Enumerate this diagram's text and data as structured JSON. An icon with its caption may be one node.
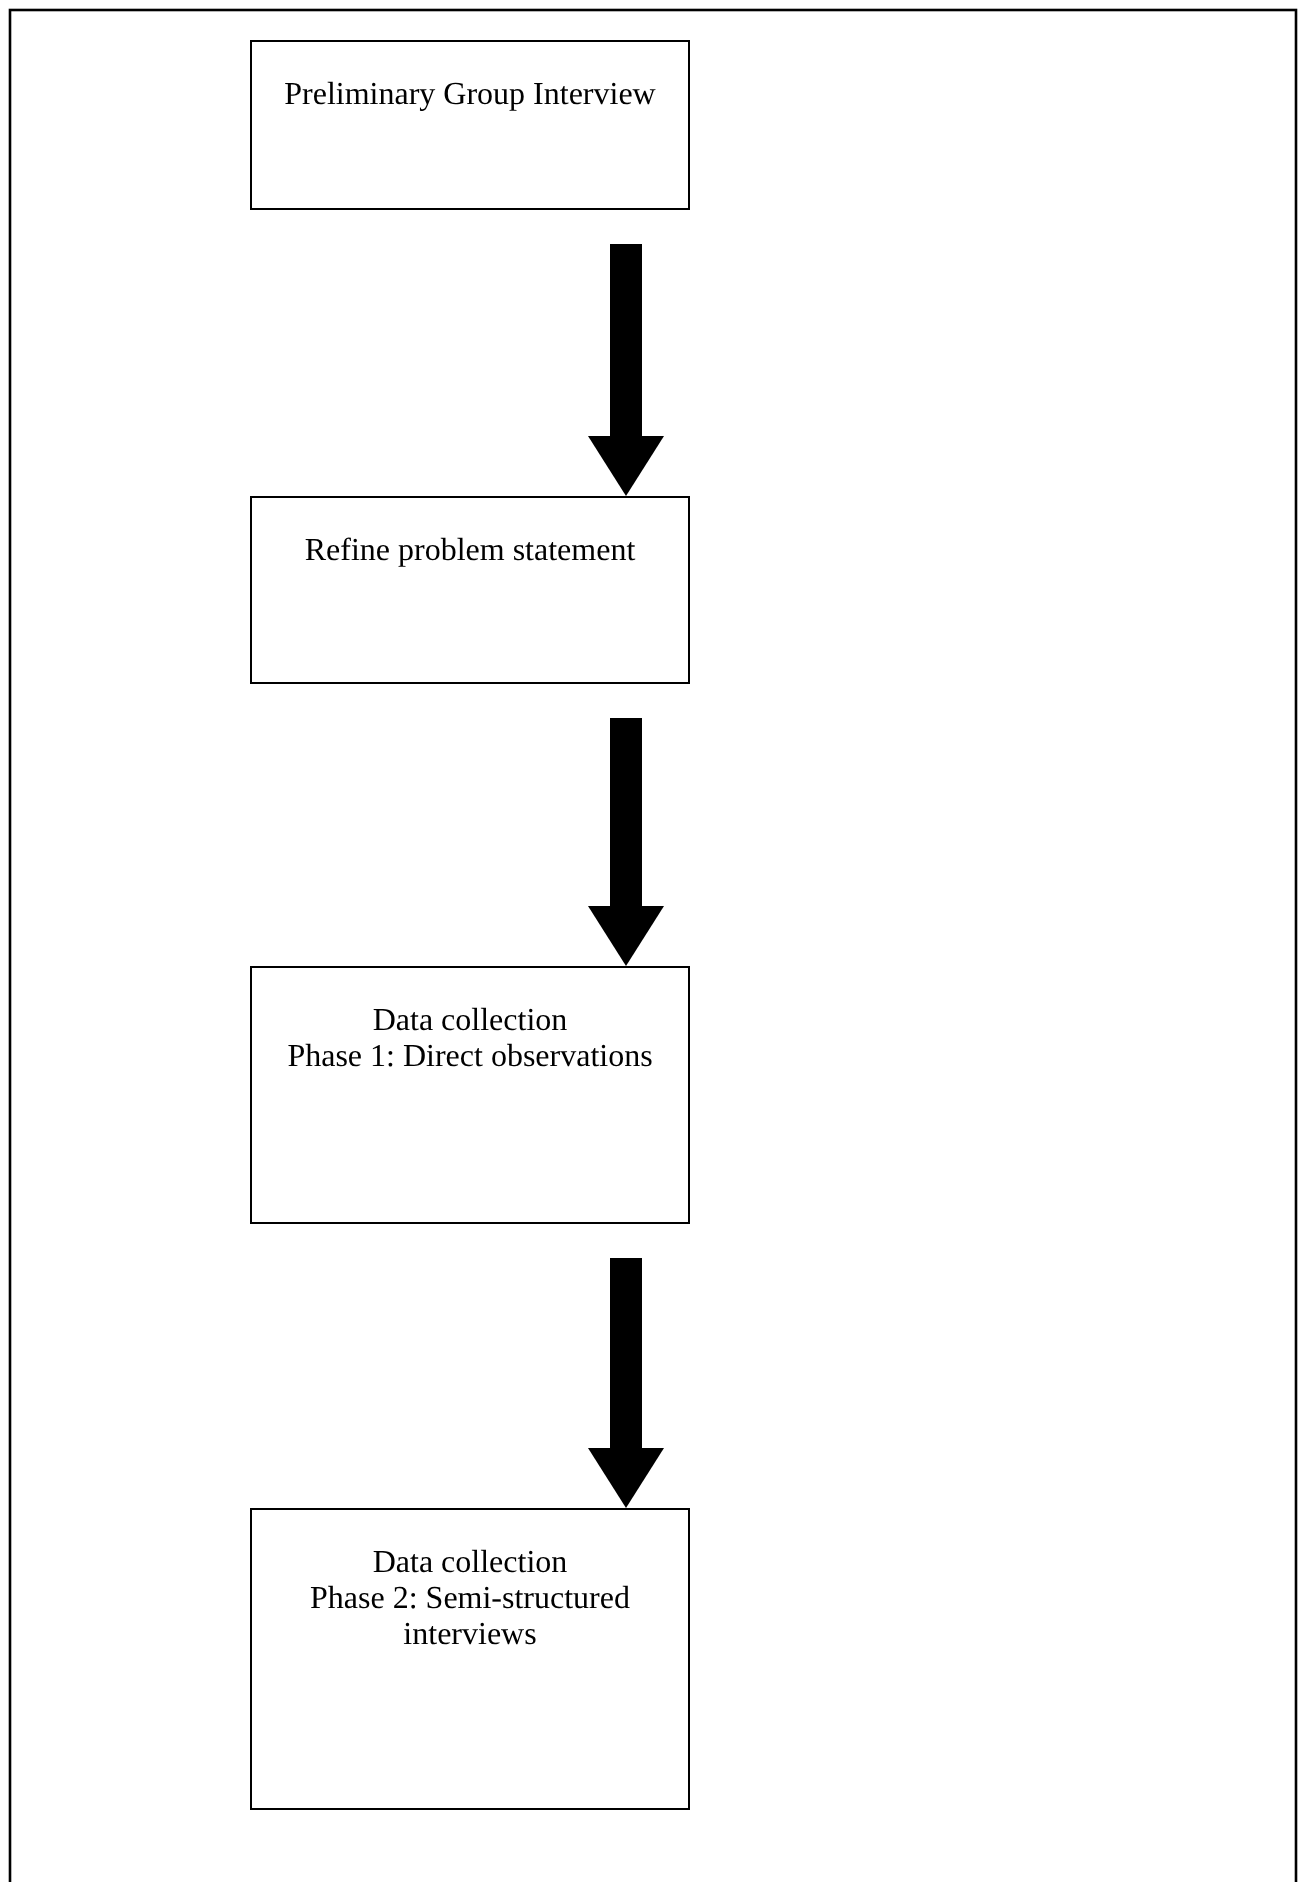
{
  "diagram": {
    "nodes": [
      {
        "text": [
          "Preliminary Group Interview"
        ]
      },
      {
        "text": [
          "Refine problem statement"
        ]
      },
      {
        "text": [
          "Data collection",
          "Phase 1: Direct observations"
        ]
      },
      {
        "text": [
          "Data collection",
          "Phase 2: Semi-structured interviews"
        ]
      }
    ],
    "edges": [
      {
        "from": 0,
        "to": 1,
        "arrow": "to"
      },
      {
        "from": 1,
        "to": 2,
        "arrow": "to"
      },
      {
        "from": 2,
        "to": 3,
        "arrow": "to"
      }
    ]
  }
}
